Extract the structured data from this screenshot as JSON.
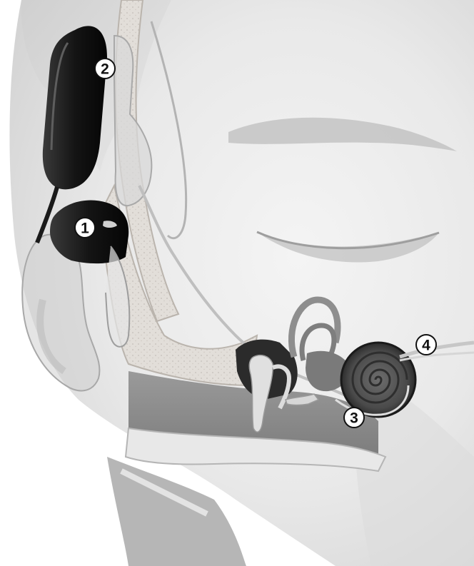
{
  "diagram": {
    "callouts": [
      {
        "id": "callout-1",
        "label": "1"
      },
      {
        "id": "callout-2",
        "label": "2"
      },
      {
        "id": "callout-3",
        "label": "3"
      },
      {
        "id": "callout-4",
        "label": "4"
      }
    ]
  },
  "colors": {
    "background": "#ffffff",
    "skin": "#ececec",
    "device": "#141414",
    "bone": "#ddd9d4",
    "tissue": "#8a8a8a",
    "callout_fill": "#ffffff",
    "callout_stroke": "#111111"
  }
}
